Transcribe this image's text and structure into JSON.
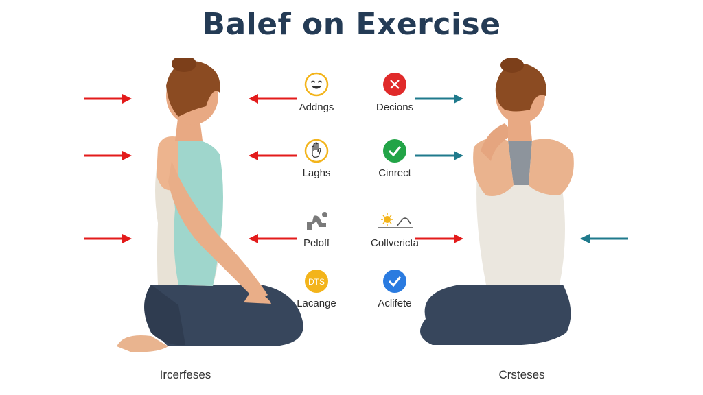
{
  "title": "Balef on Exercise",
  "left_column": [
    {
      "label": "Addngs",
      "icon": "laughing-face-icon",
      "color": "#f3b41b"
    },
    {
      "label": "Laghs",
      "icon": "raised-hand-icon",
      "color": "#f3b41b"
    },
    {
      "label": "Peloff",
      "icon": "kneeling-pose-icon",
      "color": "#7a7a7a"
    },
    {
      "label": "Lacange",
      "icon": "dts-badge-icon",
      "color": "#f3b41b",
      "badge_text": "DTS"
    }
  ],
  "right_column": [
    {
      "label": "Decions",
      "icon": "x-circle-icon",
      "color": "#e02a2a"
    },
    {
      "label": "Cinrect",
      "icon": "check-circle-icon",
      "color": "#22a447"
    },
    {
      "label": "Collvericta",
      "icon": "sun-pose-icon",
      "color": "#f3b41b"
    },
    {
      "label": "Aclifete",
      "icon": "check-circle-icon",
      "color": "#2a7be0"
    }
  ],
  "captions": {
    "left": "Ircerfeses",
    "right": "Crsteses"
  },
  "colors": {
    "red_arrow": "#e31b1b",
    "teal_arrow": "#1f7a8c",
    "title": "#243b55"
  }
}
